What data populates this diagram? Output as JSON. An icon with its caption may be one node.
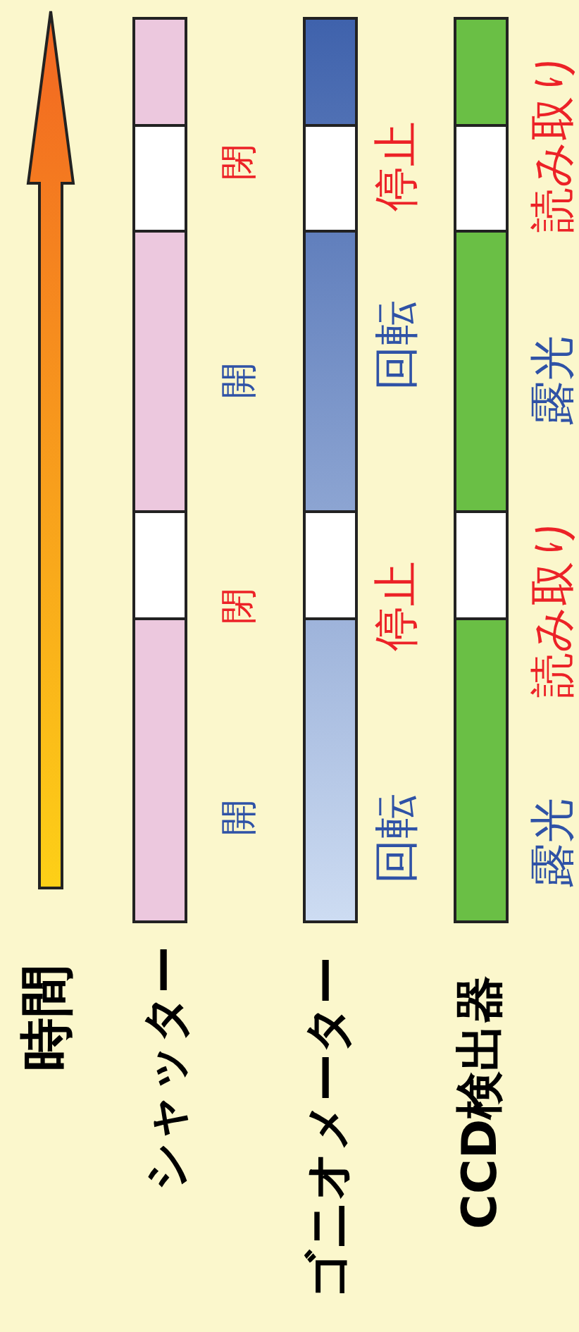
{
  "diagram": {
    "labels": [
      "時間",
      "シャッター",
      "ゴニオメーター",
      "CCD検出器",
      "開",
      "閉",
      "開",
      "閉",
      "回転",
      "停止",
      "回転",
      "停止",
      "露光",
      "読み取り",
      "露光",
      "読み取り"
    ]
  }
}
